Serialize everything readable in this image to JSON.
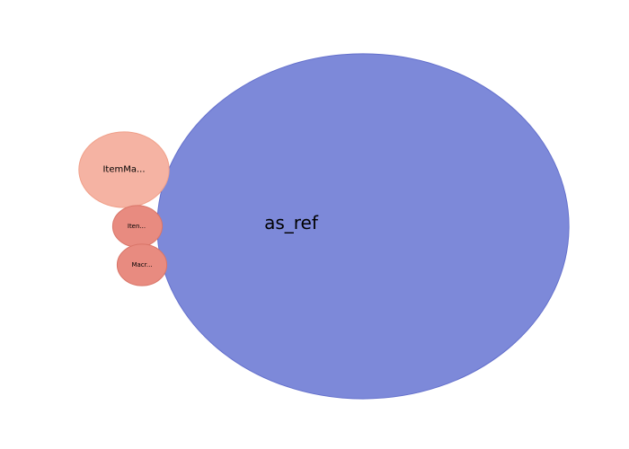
{
  "chart_data": {
    "type": "bubble",
    "bubbles": [
      {
        "label": "as_ref",
        "value": 100,
        "color": "#7d89d9",
        "stroke": "#6470cc"
      },
      {
        "label": "ItemMa...",
        "value": 4.8,
        "color": "#f5b3a3",
        "stroke": "#f0a08a"
      },
      {
        "label": "Iten...",
        "value": 1.45,
        "color": "#e88b80",
        "stroke": "#d97568"
      },
      {
        "label": "Macr...",
        "value": 1.45,
        "color": "#e88b80",
        "stroke": "#d97568"
      }
    ]
  }
}
